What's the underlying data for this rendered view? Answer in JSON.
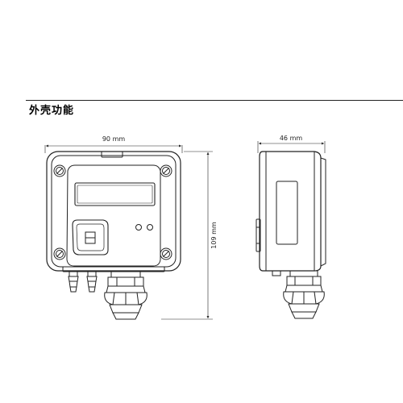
{
  "section": {
    "title": "外壳功能"
  },
  "dimensions": {
    "width_label": "90 mm",
    "height_label": "109 mm",
    "depth_label": "46 mm"
  }
}
